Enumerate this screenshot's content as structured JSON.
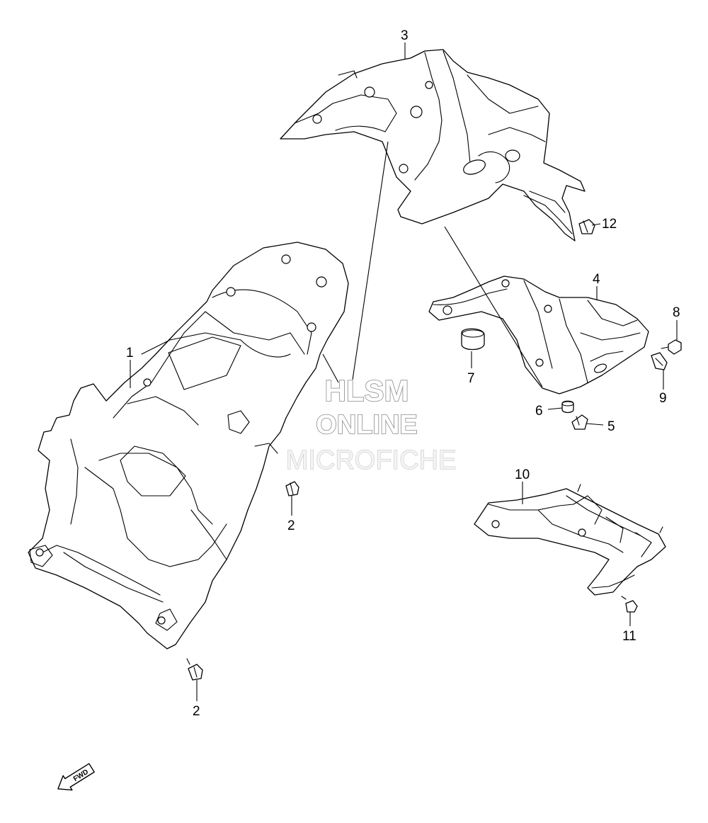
{
  "diagram": {
    "callouts": {
      "c1": "1",
      "c2a": "2",
      "c2b": "2",
      "c3": "3",
      "c4": "4",
      "c5": "5",
      "c6": "6",
      "c7": "7",
      "c8": "8",
      "c9": "9",
      "c10": "10",
      "c11": "11",
      "c12": "12"
    },
    "watermark": {
      "line1": "HLSM",
      "line2": "ONLINE",
      "line3": "MICROFICHE"
    },
    "direction_label": "FWD",
    "line_color": "#000000",
    "background": "#ffffff"
  }
}
